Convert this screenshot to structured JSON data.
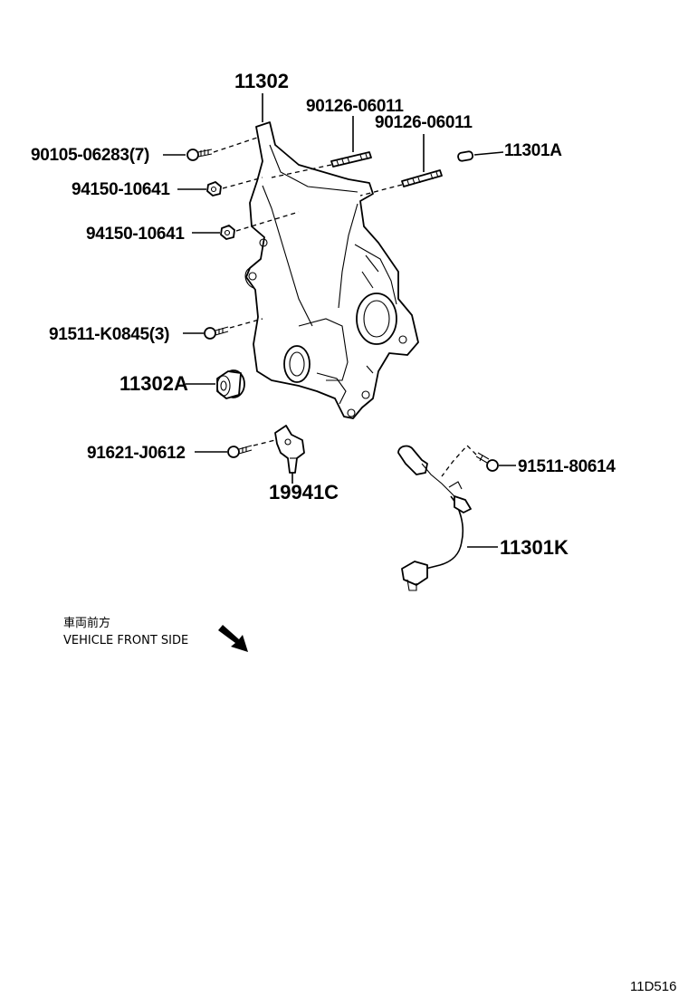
{
  "labels": {
    "p11302": "11302",
    "p90126a": "90126-06011",
    "p90126b": "90126-06011",
    "p90105": "90105-06283(7)",
    "p11301A": "11301A",
    "p94150a": "94150-10641",
    "p94150b": "94150-10641",
    "p91511k": "91511-K0845(3)",
    "p11302A": "11302A",
    "p91621": "91621-J0612",
    "p91511": "91511-80614",
    "p19941C": "19941C",
    "p11301K": "11301K"
  },
  "note": {
    "jp": "車両前方",
    "en": "VEHICLE FRONT SIDE"
  },
  "diagram_code": "11D516"
}
